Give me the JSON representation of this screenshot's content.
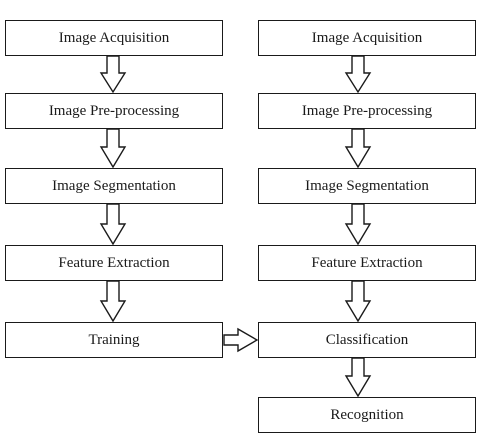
{
  "diagram": {
    "training_pipeline": [
      "Image Acquisition",
      "Image Pre-processing",
      "Image Segmentation",
      "Feature Extraction",
      "Training"
    ],
    "recognition_pipeline": [
      "Image Acquisition",
      "Image Pre-processing",
      "Image Segmentation",
      "Feature Extraction",
      "Classification",
      "Recognition"
    ]
  }
}
